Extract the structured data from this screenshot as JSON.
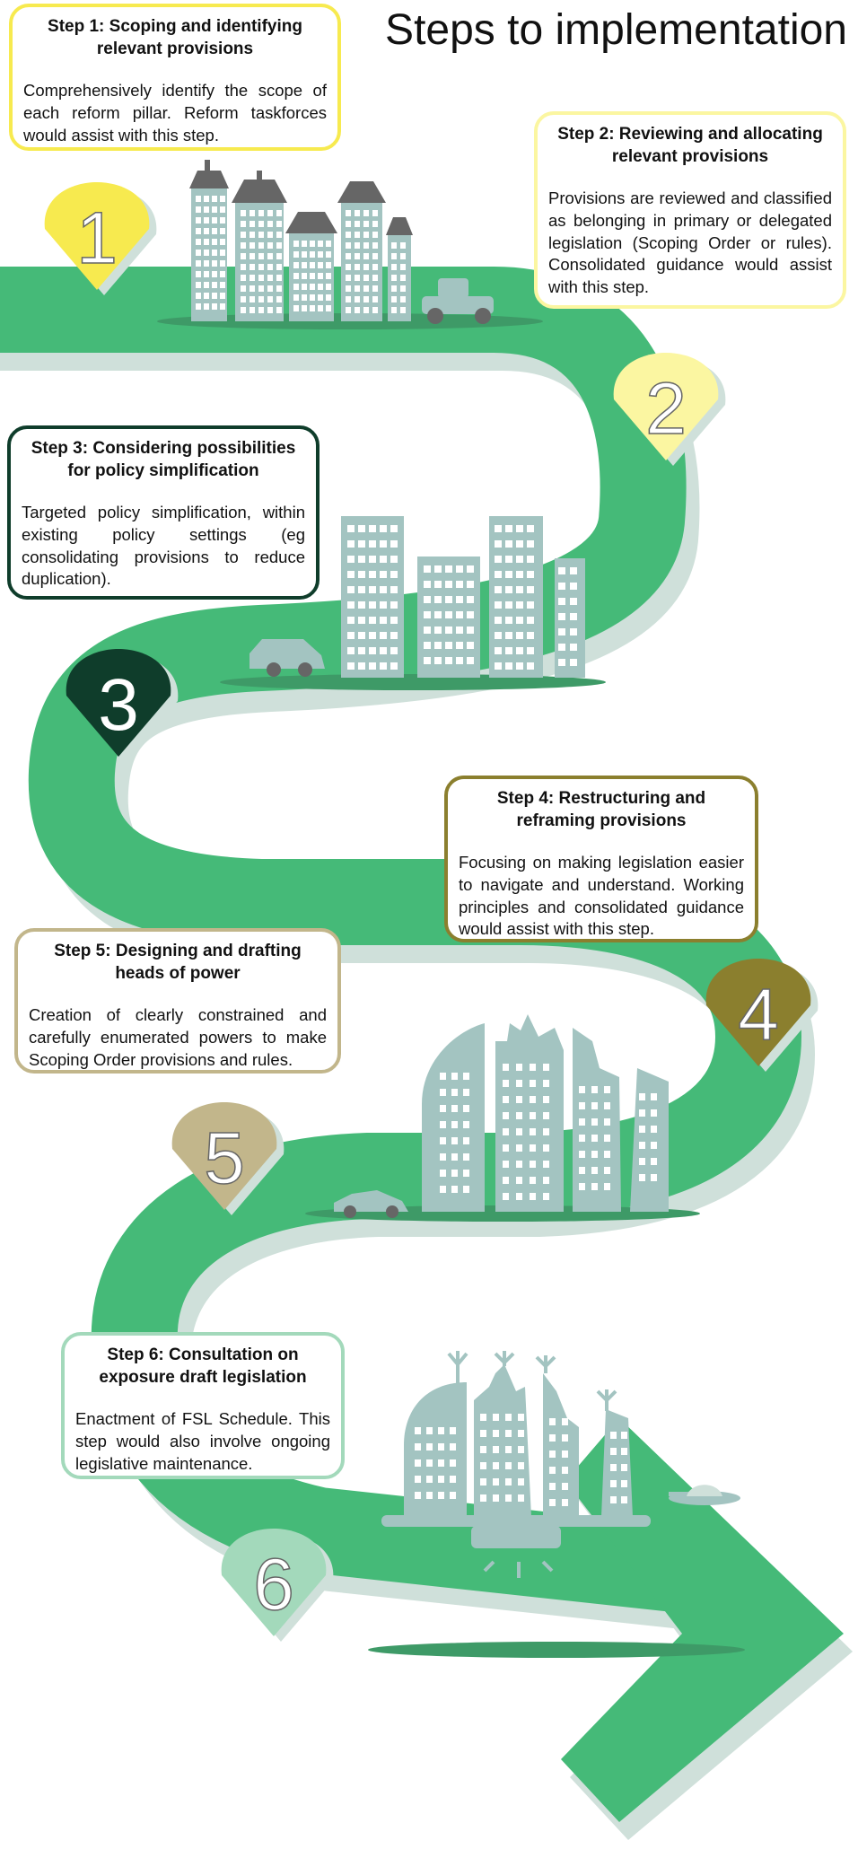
{
  "title": "Steps to implementation",
  "colors": {
    "road": "#45ba78",
    "road_shadow": "#cfe0da",
    "building": "#a3c4c1",
    "roof": "#666666",
    "window": "#ffffff",
    "ground_shadow": "#3e9a67",
    "step1": "#f7ea4f",
    "step2": "#fbf6a1",
    "step3": "#0f3d2b",
    "step4": "#8b7f2e",
    "step5": "#c2b68b",
    "step6": "#a3d9bb"
  },
  "steps": [
    {
      "number": "1",
      "heading": "Step 1: Scoping and identifying relevant provisions",
      "body": "Comprehensively identify the scope of each reform pillar. Reform taskforces would assist with this step.",
      "border": "#f7ea4f",
      "marker": "#f7ea4f",
      "numColor": "#ffffff",
      "numStroke": "#666666"
    },
    {
      "number": "2",
      "heading": "Step 2: Reviewing and allocating relevant provisions",
      "body": "Provisions are reviewed and classified as belonging in primary or delegated legislation (Scoping Order or rules). Consolidated guidance would assist with this step.",
      "border": "#fbf6a1",
      "marker": "#fbf6a1",
      "numColor": "#ffffff",
      "numStroke": "#666666"
    },
    {
      "number": "3",
      "heading": "Step 3: Considering possibilities for policy simplification",
      "body": "Targeted policy simplification, within existing policy settings (eg consolidating provisions to reduce duplication).",
      "border": "#0f3d2b",
      "marker": "#0f3d2b",
      "numColor": "#ffffff",
      "numStroke": "#0f3d2b"
    },
    {
      "number": "4",
      "heading": "Step 4: Restructuring and reframing provisions",
      "body": "Focusing on making legislation easier to navigate and understand. Working principles and consolidated guidance would assist with this step.",
      "border": "#8b7f2e",
      "marker": "#8b7f2e",
      "numColor": "#ffffff",
      "numStroke": "#666666"
    },
    {
      "number": "5",
      "heading": "Step 5: Designing and drafting heads of power",
      "body": "Creation of clearly constrained and carefully enumerated powers to make Scoping Order provisions and rules.",
      "border": "#c2b68b",
      "marker": "#c2b68b",
      "numColor": "#ffffff",
      "numStroke": "#666666"
    },
    {
      "number": "6",
      "heading": "Step 6: Consultation on exposure draft legislation",
      "body": "Enactment of FSL Schedule. This step would also involve ongoing legislative maintenance.",
      "border": "#a3d9bb",
      "marker": "#a3d9bb",
      "numColor": "#ffffff",
      "numStroke": "#666666"
    }
  ]
}
